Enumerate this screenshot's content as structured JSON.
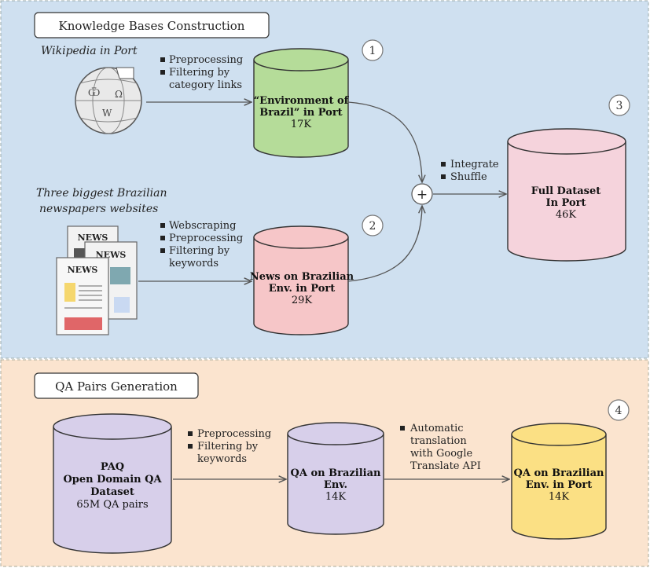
{
  "sections": {
    "kb": {
      "title": "Knowledge Bases Construction"
    },
    "qa": {
      "title": "QA Pairs Generation"
    }
  },
  "badges": [
    "1",
    "2",
    "3",
    "4"
  ],
  "sources": {
    "wikipedia": "Wikipedia in Port",
    "news_line1": "Three biggest Brazilian",
    "news_line2": "newspapers websites",
    "news_label": "NEWS"
  },
  "steps": {
    "wiki": [
      "Preprocessing",
      "Filtering by",
      "category links"
    ],
    "news": [
      "Webscraping",
      "Preprocessing",
      "Filtering by",
      "keywords"
    ],
    "merge": [
      "Integrate",
      "Shuffle"
    ],
    "paq": [
      "Preprocessing",
      "Filtering by",
      "keywords"
    ],
    "translate": [
      "Automatic",
      "translation",
      "with Google",
      "Translate API"
    ]
  },
  "plus": "+",
  "databases": {
    "env": {
      "line1": "“Environment of",
      "line2": "Brazil” in Port",
      "count": "17K"
    },
    "news": {
      "line1": "News on Brazilian",
      "line2": "Env. in Port",
      "count": "29K"
    },
    "full": {
      "line1": "Full Dataset",
      "line2": "In Port",
      "count": "46K"
    },
    "paq": {
      "line1": "PAQ",
      "line2": "Open Domain QA",
      "line3": "Dataset",
      "count": "65M QA pairs"
    },
    "qa_en": {
      "line1": "QA on Brazilian",
      "line2": "Env.",
      "count": "14K"
    },
    "qa_pt": {
      "line1": "QA on Brazilian",
      "line2": "Env. in Port",
      "count": "14K"
    }
  },
  "colors": {
    "kb_bg": "#cfe0f0",
    "qa_bg": "#fbe4cf",
    "green": "#b5dc99",
    "pink_light": "#f6c6c8",
    "pink_full": "#f5d3dc",
    "lavender": "#d7cfea",
    "yellow": "#fbe084"
  }
}
